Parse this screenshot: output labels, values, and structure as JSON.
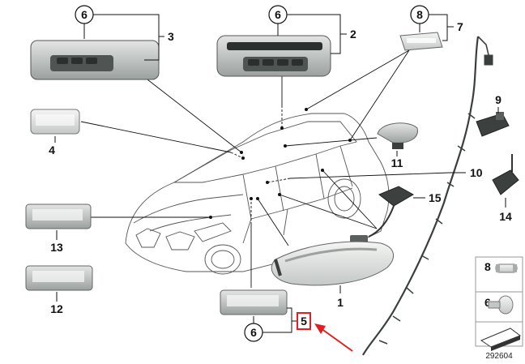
{
  "callouts": {
    "interior_light_front_a": {
      "circled": "6",
      "group": "3"
    },
    "interior_light_front_b": {
      "circled": "6",
      "group": "2"
    },
    "license_light": {
      "circled": "8",
      "group": "7"
    },
    "light_4": "4",
    "side_marker": "11",
    "bulb_holder": "9",
    "wiring_harness": "10",
    "module_15": "15",
    "sensor_14": "14",
    "trunk_light_13": "13",
    "trunk_light_12": "12",
    "mirror_turn_signal": "1",
    "footwell_light": {
      "circled": "6",
      "group": "5"
    }
  },
  "legend": {
    "bulb_8": "8",
    "bulb_6": "6"
  },
  "diagram_id": "292604",
  "colors": {
    "highlight": "#e02020",
    "line": "#111111",
    "part_fill": "#c9cccb",
    "part_dark": "#7e8583"
  }
}
